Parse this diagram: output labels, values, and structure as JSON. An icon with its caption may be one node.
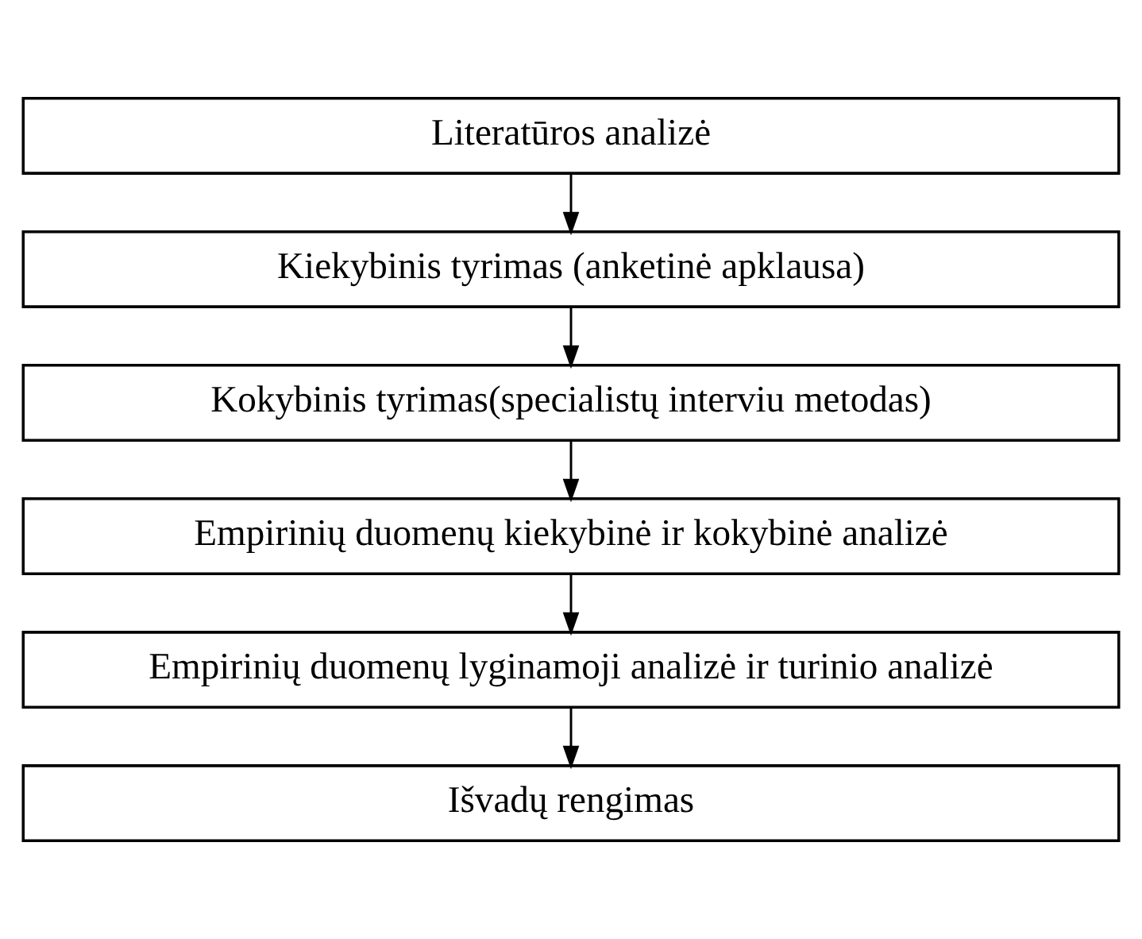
{
  "diagram": {
    "nodes": [
      {
        "text": [
          "Literatūros analizė"
        ]
      },
      {
        "text": [
          "Kiekybinis tyrimas (anketinė apklausa)"
        ]
      },
      {
        "text": [
          "Kokybinis tyrimas(specialistų interviu metodas)"
        ]
      },
      {
        "text": [
          "Empirinių duomenų kiekybinė ir kokybinė analizė"
        ]
      },
      {
        "text": [
          "Empirinių duomenų lyginamoji analizė ir turinio analizė"
        ]
      },
      {
        "text": [
          "Išvadų rengimas"
        ]
      }
    ],
    "edges": [
      {
        "from": 0,
        "to": 1,
        "arrow": "to"
      },
      {
        "from": 1,
        "to": 2,
        "arrow": "to"
      },
      {
        "from": 2,
        "to": 3,
        "arrow": "to"
      },
      {
        "from": 3,
        "to": 4,
        "arrow": "to"
      },
      {
        "from": 4,
        "to": 5,
        "arrow": "to"
      }
    ]
  }
}
